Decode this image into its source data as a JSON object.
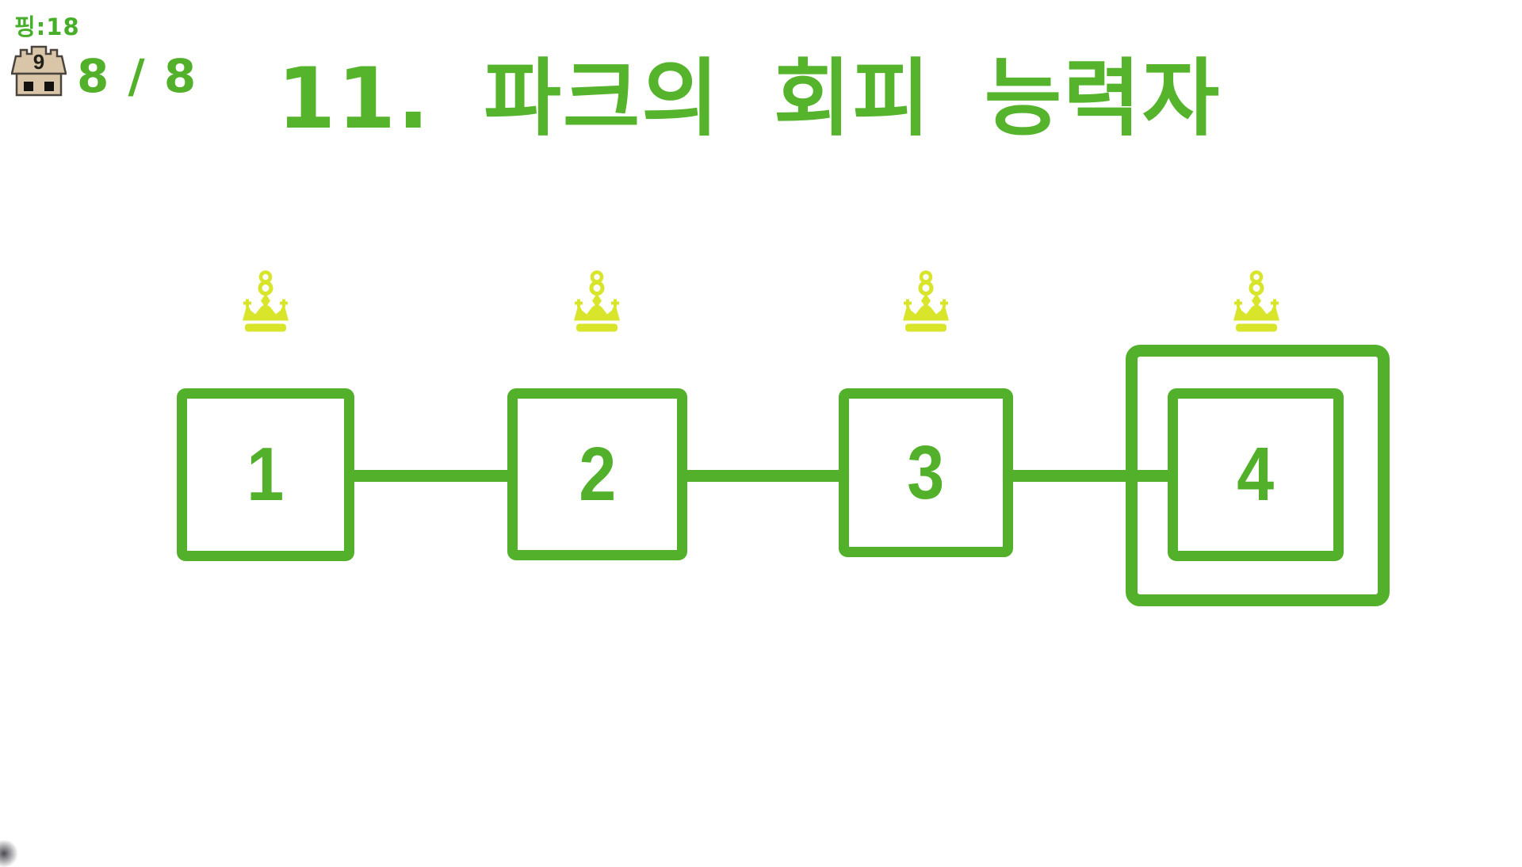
{
  "hud": {
    "ping": "핑:18",
    "house_number": "9",
    "house_count": "8 / 8"
  },
  "title": "11. 파크의 회피 능력자",
  "levels": [
    {
      "number": "1",
      "crowned": true,
      "selected": false
    },
    {
      "number": "2",
      "crowned": true,
      "selected": false
    },
    {
      "number": "3",
      "crowned": true,
      "selected": false
    },
    {
      "number": "4",
      "crowned": true,
      "selected": true
    }
  ],
  "colors": {
    "green": "#52b02a",
    "title_green": "#55b42c",
    "crown_yellow": "#d8e52a",
    "house_body": "#d9c6a8",
    "house_outline": "#4a443c",
    "house_window": "#141210"
  }
}
